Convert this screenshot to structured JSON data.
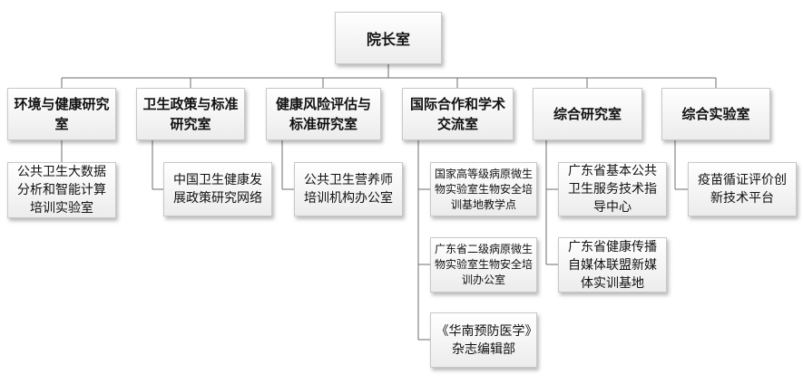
{
  "root": {
    "label": "院长室"
  },
  "departments": [
    {
      "label": "环境与健康研究室",
      "subunits": [
        {
          "label": "公共卫生大数据分析和智能计算培训实验室"
        }
      ]
    },
    {
      "label": "卫生政策与标准研究室",
      "subunits": [
        {
          "label": "中国卫生健康发展政策研究网络"
        }
      ]
    },
    {
      "label": "健康风险评估与标准研究室",
      "subunits": [
        {
          "label": "公共卫生营养师培训机构办公室"
        }
      ]
    },
    {
      "label": "国际合作和学术交流室",
      "subunits": [
        {
          "label": "国家高等级病原微生物实验室生物安全培训基地教学点"
        },
        {
          "label": "广东省二级病原微生物实验室生物安全培训办公室"
        },
        {
          "label": "《华南预防医学》杂志编辑部"
        }
      ]
    },
    {
      "label": "综合研究室",
      "subunits": [
        {
          "label": "广东省基本公共卫生服务技术指导中心"
        },
        {
          "label": "广东省健康传播自媒体联盟新媒体实训基地"
        }
      ]
    },
    {
      "label": "综合实验室",
      "subunits": [
        {
          "label": "疫苗循证评价创新技术平台"
        }
      ]
    }
  ],
  "colors": {
    "connector": "#6d6d6d",
    "box_border": "#c8c8c8",
    "box_top": "#ffffff",
    "box_bottom": "#ececec"
  }
}
